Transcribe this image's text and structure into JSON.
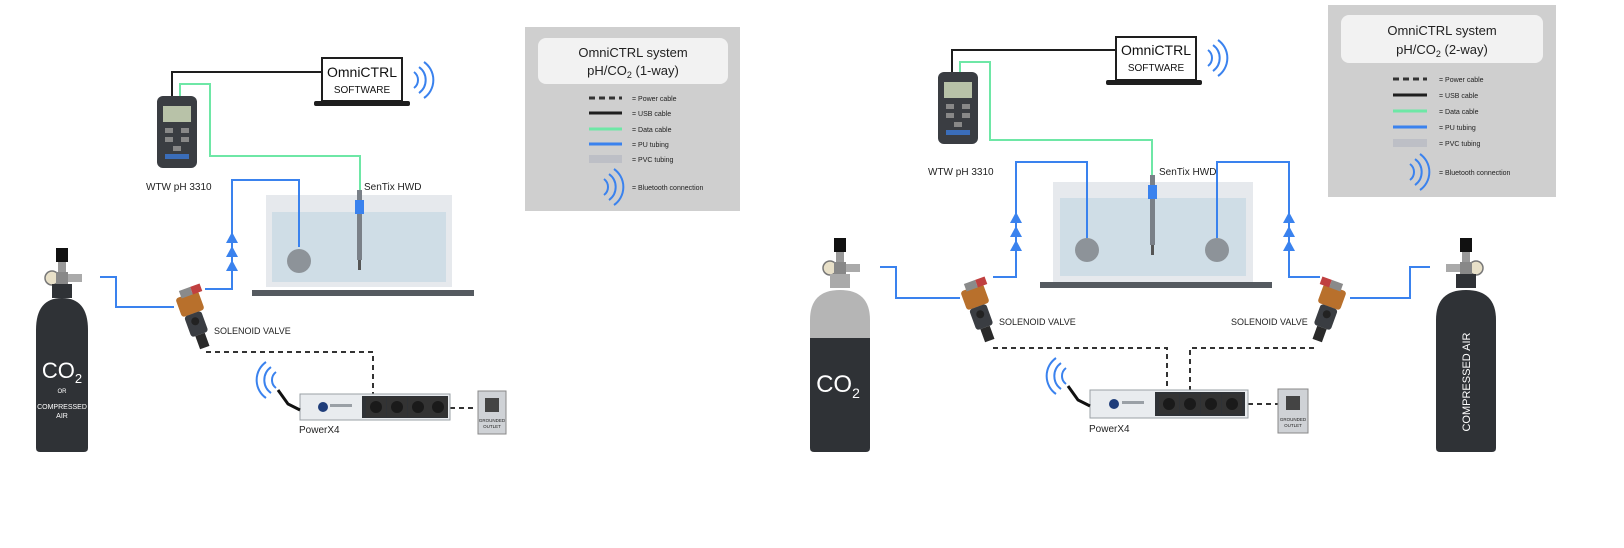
{
  "colors": {
    "usb_cable": "#1e1e1e",
    "data_cable": "#6ee7a6",
    "pu_tubing": "#3a82ee",
    "pvc_tubing": "#d4d6dc",
    "power_cable": "#333333",
    "legend_bg": "#cfcfcf",
    "legend_title_bg": "#f2f2f2"
  },
  "left": {
    "legend": {
      "title_line1": "OmniCTRL system",
      "title_line2_prefix": "pH/CO",
      "title_line2_sub": "2",
      "title_line2_suffix": " (1-way)",
      "items": {
        "power": "= Power cable",
        "usb": "= USB cable",
        "data": "= Data cable",
        "pu": "= PU tubing",
        "pvc": "= PVC tubing",
        "bt": "= Bluetooth connection"
      }
    },
    "laptop": {
      "line1": "OmniCTRL",
      "line2": "SOFTWARE"
    },
    "meter_label": "WTW pH 3310",
    "probe_label": "SenTix HWD",
    "valve_label": "SOLENOID VALVE",
    "cylinder": {
      "co2": "CO",
      "co2_sub": "2",
      "or": "OR",
      "alt_line1": "COMPRESSED",
      "alt_line2": "AIR"
    },
    "power_strip_label": "PowerX4",
    "outlet": {
      "line1": "GROUNDED",
      "line2": "OUTLET"
    }
  },
  "right": {
    "legend": {
      "title_line1": "OmniCTRL system",
      "title_line2_prefix": "pH/CO",
      "title_line2_sub": "2",
      "title_line2_suffix": " (2-way)",
      "items": {
        "power": "= Power cable",
        "usb": "= USB cable",
        "data": "= Data cable",
        "pu": "= PU tubing",
        "pvc": "= PVC tubing",
        "bt": "= Bluetooth connection"
      }
    },
    "laptop": {
      "line1": "OmniCTRL",
      "line2": "SOFTWARE"
    },
    "meter_label": "WTW pH 3310",
    "probe_label": "SenTix HWD",
    "valve_left_label": "SOLENOID VALVE",
    "valve_right_label": "SOLENOID VALVE",
    "cylinder_co2": {
      "co2": "CO",
      "co2_sub": "2"
    },
    "cylinder_air": "COMPRESSED AIR",
    "power_strip_label": "PowerX4",
    "outlet": {
      "line1": "GROUNDED",
      "line2": "OUTLET"
    }
  }
}
